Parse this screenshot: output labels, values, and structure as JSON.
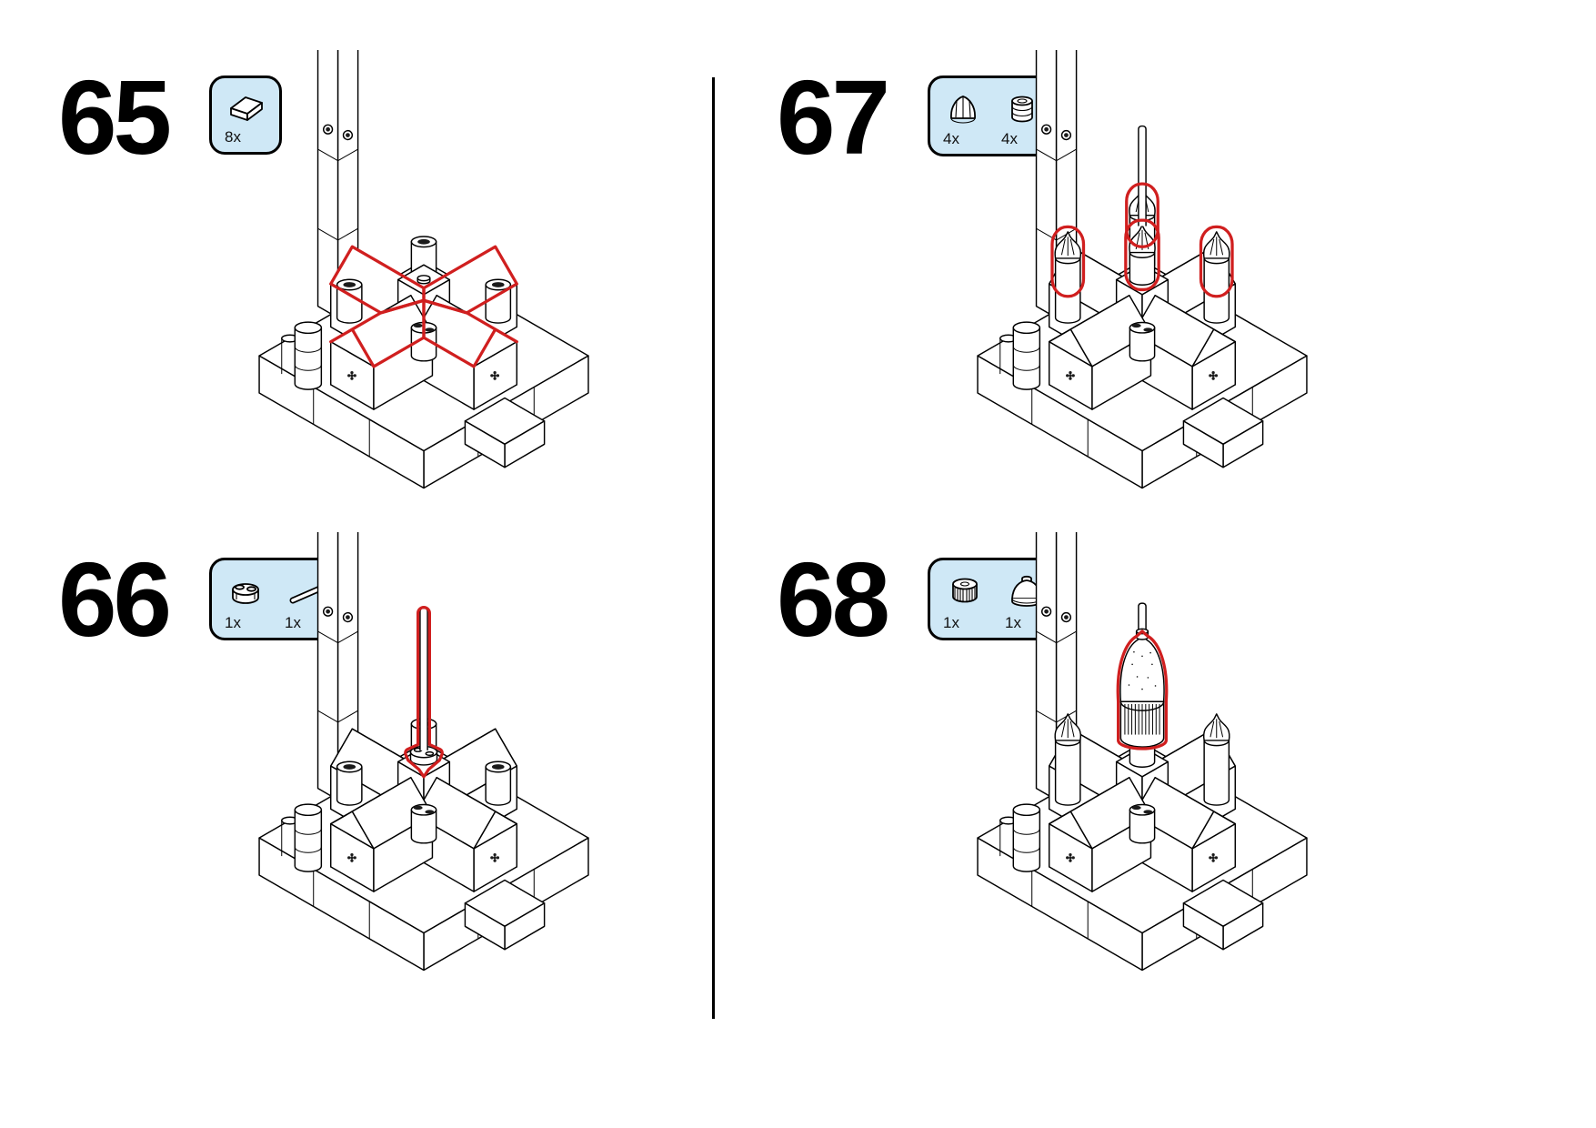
{
  "page": {
    "background": "#ffffff",
    "line_color": "#000000",
    "accent_red": "#d01f1f",
    "callout_bg": "#cfe8f6"
  },
  "steps": [
    {
      "id": "65",
      "number": "65",
      "parts": [
        {
          "icon": "slope-brick-icon",
          "count": "8x"
        }
      ]
    },
    {
      "id": "66",
      "number": "66",
      "parts": [
        {
          "icon": "round-plate-icon",
          "count": "1x"
        },
        {
          "icon": "bar-rod-icon",
          "count": "1x"
        }
      ]
    },
    {
      "id": "67",
      "number": "67",
      "parts": [
        {
          "icon": "dome-cone-icon",
          "count": "4x"
        },
        {
          "icon": "barrel-brick-icon",
          "count": "4x"
        }
      ]
    },
    {
      "id": "68",
      "number": "68",
      "parts": [
        {
          "icon": "gear-wheel-icon",
          "count": "1x"
        },
        {
          "icon": "dome-cap-icon",
          "count": "1x"
        }
      ]
    }
  ]
}
